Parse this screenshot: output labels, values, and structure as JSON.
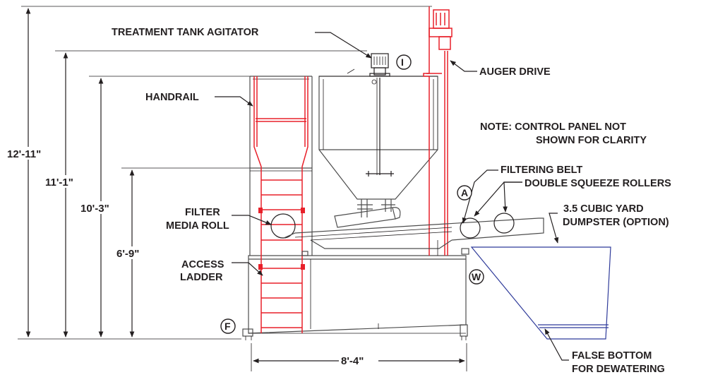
{
  "labels": {
    "agitator": "TREATMENT TANK AGITATOR",
    "auger_drive": "AUGER DRIVE",
    "handrail": "HANDRAIL",
    "note_line1": "NOTE: CONTROL PANEL NOT",
    "note_line2": "SHOWN FOR CLARITY",
    "filtering_belt": "FILTERING BELT",
    "rollers": "DOUBLE SQUEEZE ROLLERS",
    "dumpster_line1": "3.5 CUBIC YARD",
    "dumpster_line2": "DUMPSTER (OPTION)",
    "filter_line1": "FILTER",
    "filter_line2": "MEDIA ROLL",
    "ladder_line1": "ACCESS",
    "ladder_line2": "LADDER",
    "false_bottom_line1": "FALSE BOTTOM",
    "false_bottom_line2": "FOR DEWATERING"
  },
  "dimensions": {
    "overall_height": "12'-11\"",
    "agitator_height": "11'-1\"",
    "handrail_height": "10'-3\"",
    "platform_height": "6'-9\"",
    "base_length": "8'-4\""
  },
  "bubbles": {
    "i": "I",
    "a": "A",
    "w": "W",
    "f": "F"
  },
  "colors": {
    "line": "#231f20",
    "ladder": "#e8202a",
    "dumpster": "#2f3b9a"
  }
}
